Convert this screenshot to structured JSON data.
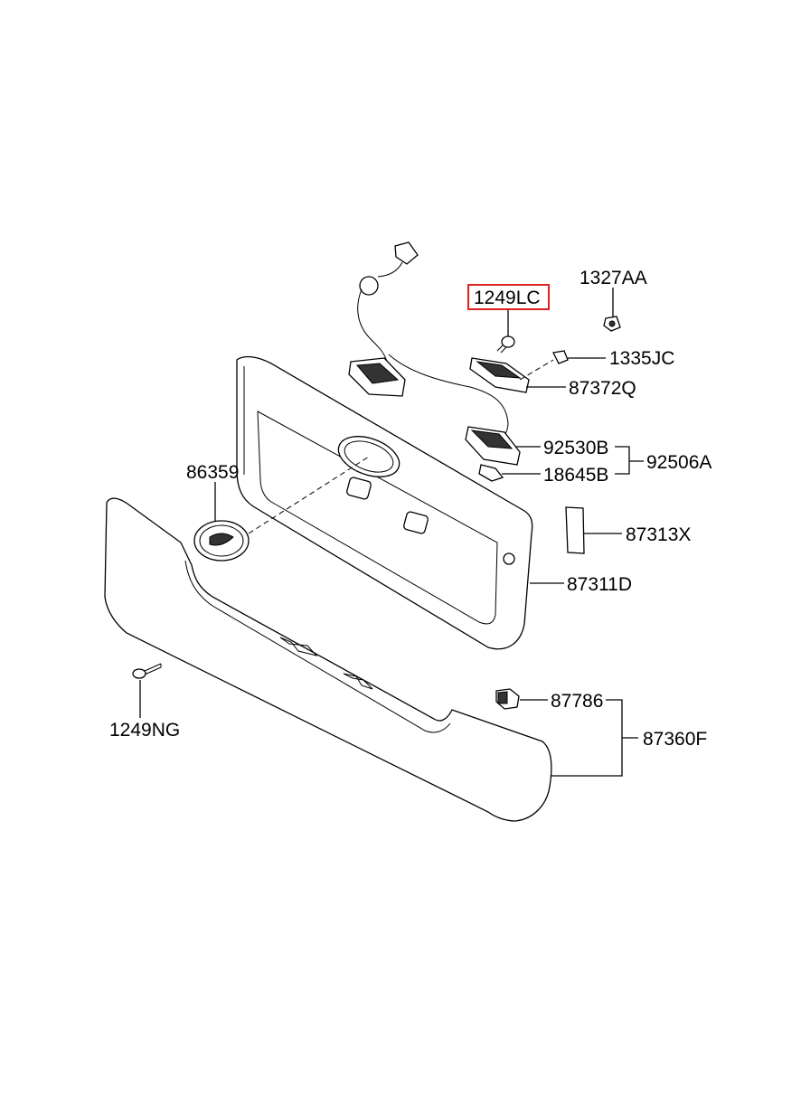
{
  "diagram": {
    "labels": {
      "part_1327AA": "1327AA",
      "part_1249LC": "1249LC",
      "part_1335JC": "1335JC",
      "part_87372Q": "87372Q",
      "part_92530B": "92530B",
      "part_92506A": "92506A",
      "part_18645B": "18645B",
      "part_86359": "86359",
      "part_87313X": "87313X",
      "part_87311D": "87311D",
      "part_87786": "87786",
      "part_87360F": "87360F",
      "part_1249NG": "1249NG"
    },
    "highlight_color": "#e02020"
  }
}
